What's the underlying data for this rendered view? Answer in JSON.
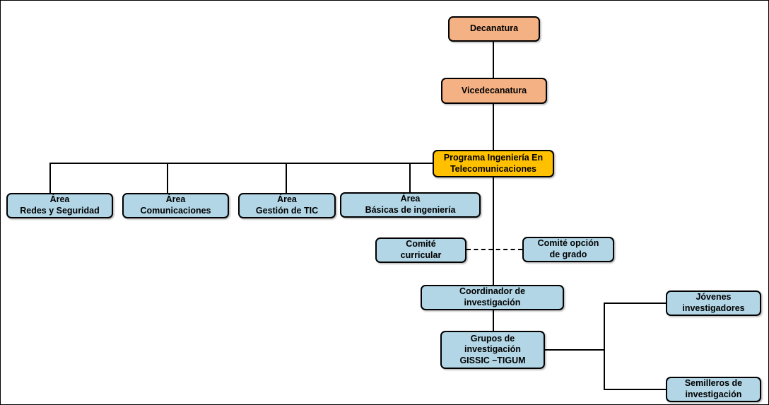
{
  "colors": {
    "node_orange": "#F4B183",
    "node_gold": "#FFC000",
    "node_blue": "#B2D6E6",
    "line": "#000000",
    "background": "#FFFFFF"
  },
  "nodes": {
    "decanatura": {
      "label": "Decanatura"
    },
    "vicedecanatura": {
      "label": "Vicedecanatura"
    },
    "programa": {
      "label": "Programa Ingeniería En\nTelecomunicaciones"
    },
    "area_redes": {
      "label": "Área\nRedes y Seguridad"
    },
    "area_comunicaciones": {
      "label": "Área\nComunicaciones"
    },
    "area_gestion_tic": {
      "label": "Área\nGestión de TIC"
    },
    "area_basicas": {
      "label": "Área\nBásicas de ingeniería"
    },
    "comite_curricular": {
      "label": "Comité\ncurricular"
    },
    "comite_opcion_grado": {
      "label": "Comité opción\nde grado"
    },
    "coordinador_investigacion": {
      "label": "Coordinador de\ninvestigación"
    },
    "grupos_investigacion": {
      "label": "Grupos de\ninvestigación\nGISSIC –TIGUM"
    },
    "jovenes_investigadores": {
      "label": "Jóvenes\ninvestigadores"
    },
    "semilleros_investigacion": {
      "label": "Semilleros de\ninvestigación"
    }
  },
  "edges": [
    {
      "from": "decanatura",
      "to": "vicedecanatura",
      "style": "solid"
    },
    {
      "from": "vicedecanatura",
      "to": "programa",
      "style": "solid"
    },
    {
      "from": "programa",
      "to": "area_redes",
      "style": "solid"
    },
    {
      "from": "programa",
      "to": "area_comunicaciones",
      "style": "solid"
    },
    {
      "from": "programa",
      "to": "area_gestion_tic",
      "style": "solid"
    },
    {
      "from": "programa",
      "to": "area_basicas",
      "style": "solid"
    },
    {
      "from": "comite_curricular",
      "to": "comite_opcion_grado",
      "style": "dashed"
    },
    {
      "from": "programa",
      "to": "coordinador_investigacion",
      "style": "solid"
    },
    {
      "from": "coordinador_investigacion",
      "to": "grupos_investigacion",
      "style": "solid"
    },
    {
      "from": "grupos_investigacion",
      "to": "jovenes_investigadores",
      "style": "solid"
    },
    {
      "from": "grupos_investigacion",
      "to": "semilleros_investigacion",
      "style": "solid"
    }
  ]
}
